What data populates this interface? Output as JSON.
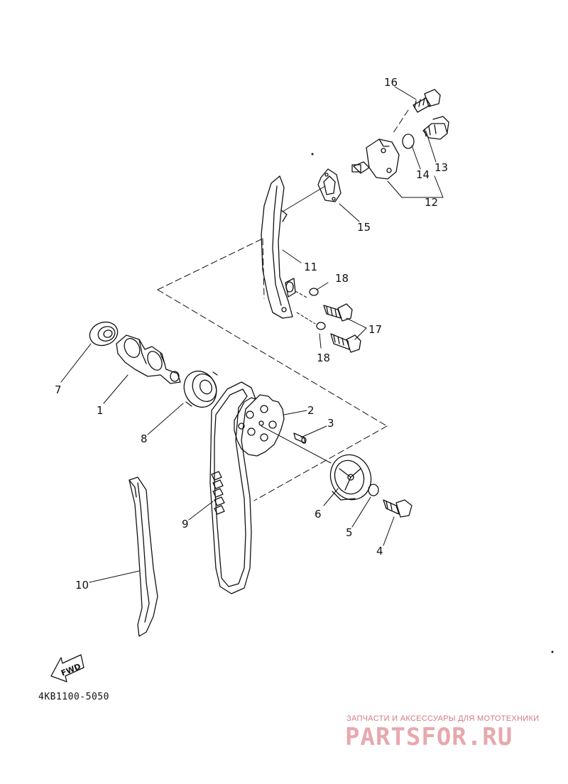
{
  "callouts": [
    "1",
    "2",
    "3",
    "4",
    "5",
    "6",
    "7",
    "8",
    "9",
    "10",
    "11",
    "12",
    "13",
    "14",
    "15",
    "16",
    "17",
    "18",
    "18"
  ],
  "fwd_label": "FWD",
  "diagram_code": "4KB1100-5050",
  "watermark": {
    "tagline": "ЗАПЧАСТИ И АКСЕССУАРЫ ДЛЯ МОТОТЕХНИКИ",
    "logo": "PARTSFOR.RU"
  }
}
